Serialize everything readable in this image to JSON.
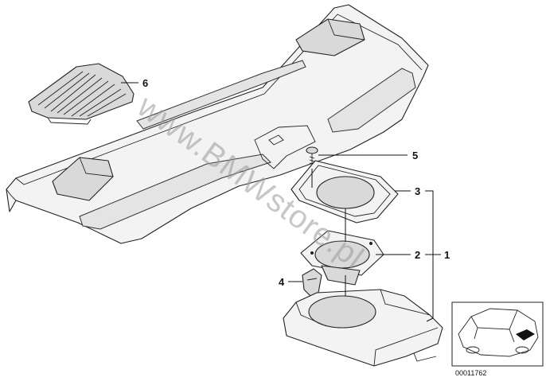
{
  "watermark": "www.BMWstore.pl",
  "document_number": "00011762",
  "callouts": {
    "c1": "1",
    "c2": "2",
    "c3": "3",
    "c4": "4",
    "c5": "5",
    "c6": "6"
  },
  "icons": {
    "parcel_shelf": "rear-parcel-shelf-drawing",
    "speaker_cover": "speaker-grille-cover-drawing",
    "speaker_frame": "speaker-frame-drawing",
    "speaker": "loudspeaker-drawing",
    "speaker_housing": "speaker-housing-drawing",
    "screw": "screw-drawing",
    "clip": "expanding-nut-clip-drawing",
    "car_thumbnail": "car-location-thumbnail"
  }
}
